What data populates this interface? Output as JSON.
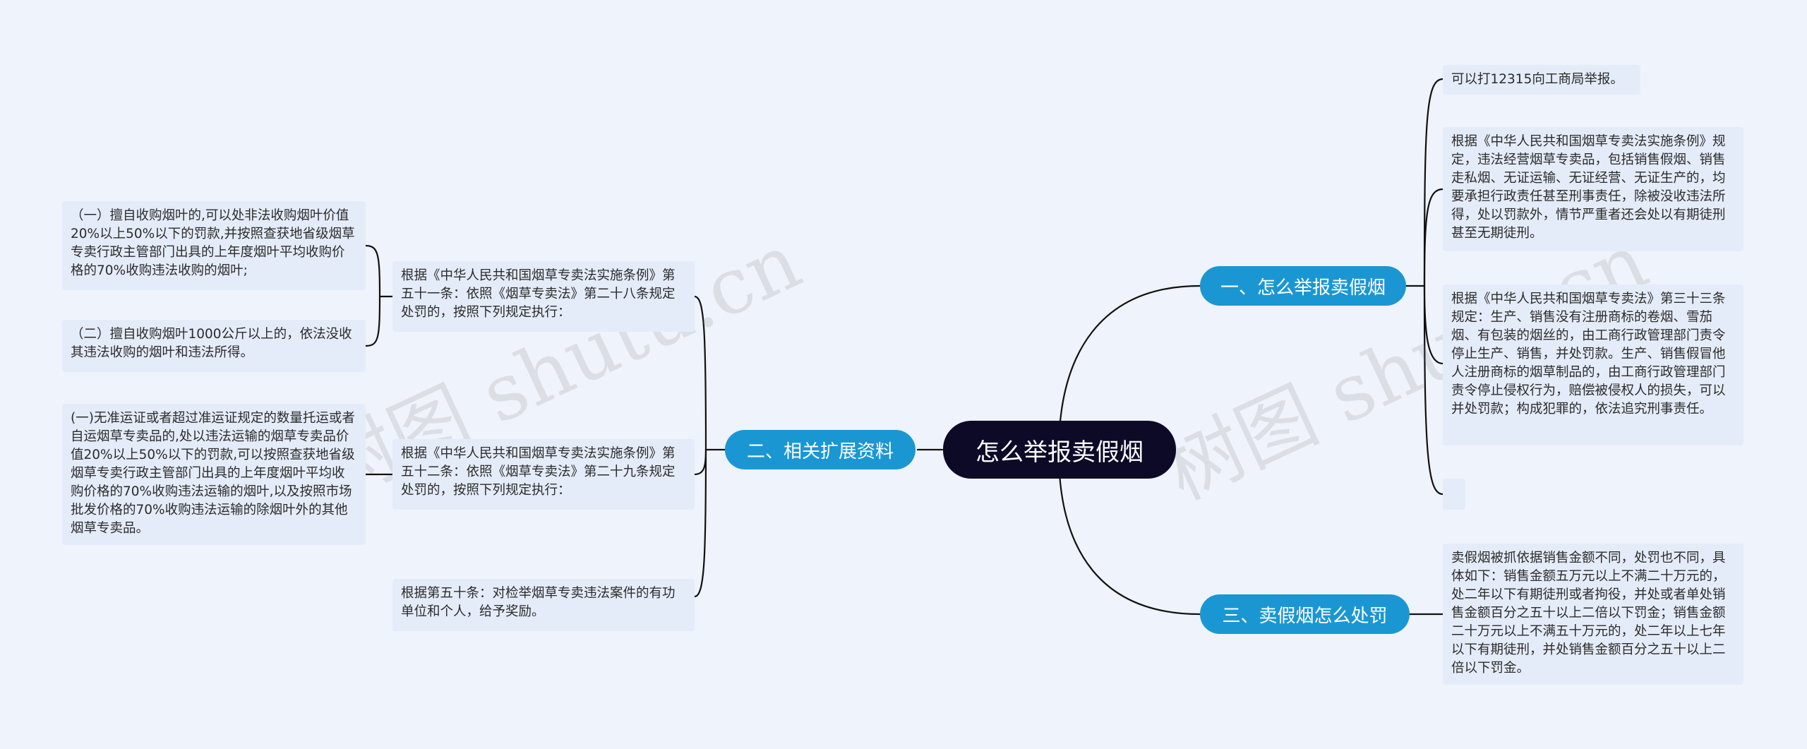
{
  "root": {
    "label": "怎么举报卖假烟"
  },
  "watermark": "树图 shutu.cn",
  "branches": {
    "b1": {
      "label": "一、怎么举报卖假烟",
      "items": [
        "可以打12315向工商局举报。",
        "根据《中华人民共和国烟草专卖法实施条例》规定，违法经营烟草专卖品，包括销售假烟、销售走私烟、无证运输、无证经营、无证生产的，均要承担行政责任甚至刑事责任，除被没收违法所得，处以罚款外，情节严重者还会处以有期徒刑甚至无期徒刑。",
        "根据《中华人民共和国烟草专卖法》第三十三条规定：生产、销售没有注册商标的卷烟、雪茄烟、有包装的烟丝的，由工商行政管理部门责令停止生产、销售，并处罚款。生产、销售假冒他人注册商标的烟草制品的，由工商行政管理部门责令停止侵权行为，赔偿被侵权人的损失，可以并处罚款；构成犯罪的，依法追究刑事责任。",
        ""
      ]
    },
    "b2": {
      "label": "二、相关扩展资料",
      "items": [
        "根据《中华人民共和国烟草专卖法实施条例》第五十一条：依照《烟草专卖法》第二十八条规定处罚的，按照下列规定执行：",
        "根据《中华人民共和国烟草专卖法实施条例》第五十二条：依照《烟草专卖法》第二十九条规定处罚的，按照下列规定执行：",
        "根据第五十条：对检举烟草专卖违法案件的有功单位和个人，给予奖励。"
      ],
      "sub1": [
        "（一）擅自收购烟叶的,可以处非法收购烟叶价值20%以上50%以下的罚款,并按照查获地省级烟草专卖行政主管部门出具的上年度烟叶平均收购价格的70%收购违法收购的烟叶;",
        "（二）擅自收购烟叶1000公斤以上的，依法没收其违法收购的烟叶和违法所得。"
      ],
      "sub2": [
        "(一)无准运证或者超过准运证规定的数量托运或者自运烟草专卖品的,处以违法运输的烟草专卖品价值20%以上50%以下的罚款,可以按照查获地省级烟草专卖行政主管部门出具的上年度烟叶平均收购价格的70%收购违法运输的烟叶,以及按照市场批发价格的70%收购违法运输的除烟叶外的其他烟草专卖品。"
      ]
    },
    "b3": {
      "label": "三、卖假烟怎么处罚",
      "items": [
        "卖假烟被抓依据销售金额不同，处罚也不同，具体如下：销售金额五万元以上不满二十万元的，处二年以下有期徒刑或者拘役，并处或者单处销售金额百分之五十以上二倍以下罚金；销售金额二十万元以上不满五十万元的，处二年以上七年以下有期徒刑，并处销售金额百分之五十以上二倍以下罚金。"
      ]
    }
  },
  "colors": {
    "background": "#eff3fb",
    "root": "#0d0a28",
    "branch": "#1a97d3",
    "leaf": "#e5ecf9",
    "line": "#111111"
  }
}
